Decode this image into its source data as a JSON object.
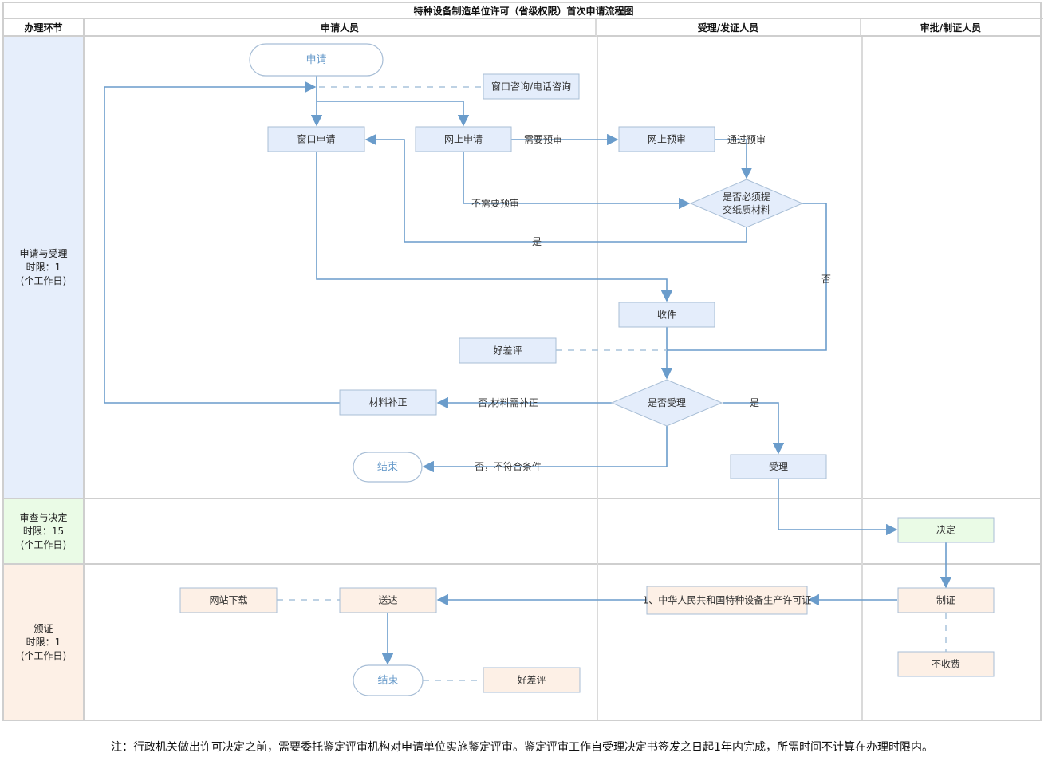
{
  "title": "特种设备制造单位许可（省级权限）首次申请流程图",
  "columns": {
    "stage": "办理环节",
    "applicant": "申请人员",
    "acceptor": "受理/发证人员",
    "approver": "审批/制证人员"
  },
  "stages": [
    {
      "id": "apply",
      "label": "申请与受理\n时限：1\n(个工作日)",
      "color": "#e6eefb"
    },
    {
      "id": "review",
      "label": "审查与决定\n时限：15\n(个工作日)",
      "color": "#eafbe6"
    },
    {
      "id": "issue",
      "label": "颁证\n时限：1\n(个工作日)",
      "color": "#fdf0e6"
    }
  ],
  "colors": {
    "line": "#6a9ccb",
    "dash": "#a9c3dc",
    "node_border": "#a8bed6",
    "blue_fill": "#e4edfb",
    "green_fill": "#eafbe6",
    "orange_fill": "#fdf0e6",
    "terminal_text": "#6a9ccb"
  },
  "nodes": {
    "start": "申请",
    "consult": "窗口咨询/电话咨询",
    "window_apply": "窗口申请",
    "online_apply": "网上申请",
    "online_precheck": "网上预审",
    "paper_required": "是否必须提\n交纸质材料",
    "receive": "收件",
    "rating1": "好差评",
    "accept_decision": "是否受理",
    "supplement": "材料补正",
    "end1": "结束",
    "accept": "受理",
    "decide": "决定",
    "make_cert": "制证",
    "no_fee": "不收费",
    "cert_name": "1、中华人民共和国特种设备生产许可证",
    "deliver": "送达",
    "download": "网站下载",
    "end2": "结束",
    "rating2": "好差评"
  },
  "edge_labels": {
    "need_precheck": "需要预审",
    "pass_precheck": "通过预审",
    "no_precheck": "不需要预审",
    "paper_yes": "是",
    "paper_no": "否",
    "reject_supplement": "否,材料需补正",
    "accept_yes": "是",
    "reject_end": "否，不符合条件"
  },
  "note": "注：行政机关做出许可决定之前，需要委托鉴定评审机构对申请单位实施鉴定评审。鉴定评审工作自受理决定书签发之日起1年内完成，所需时间不计算在办理时限内。"
}
